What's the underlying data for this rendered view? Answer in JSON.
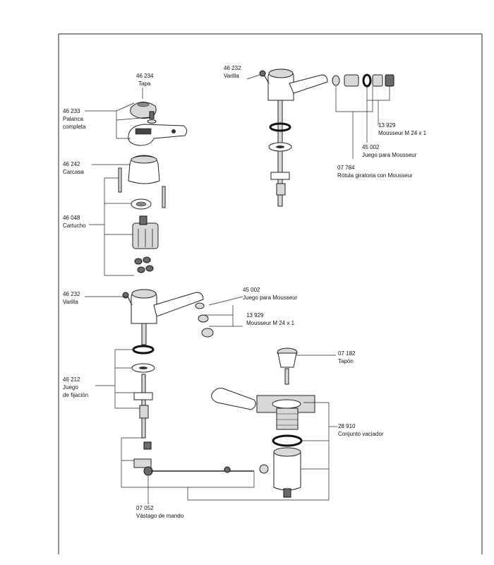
{
  "diagram": {
    "callouts": [
      {
        "id": "tapa",
        "code": "46 234",
        "name": "Tapa"
      },
      {
        "id": "palanca",
        "code": "46 233",
        "name": "Palanca",
        "name2": "completa"
      },
      {
        "id": "carcasa",
        "code": "46 242",
        "name": "Carcasa"
      },
      {
        "id": "cartucho",
        "code": "46 048",
        "name": "Cartucho"
      },
      {
        "id": "varilla-left",
        "code": "46 232",
        "name": "Varilla"
      },
      {
        "id": "juego-fijacion",
        "code": "46 212",
        "name": "Juego",
        "name2": "de fijación"
      },
      {
        "id": "vastago",
        "code": "07 052",
        "name": "Vástago de mando"
      },
      {
        "id": "varilla-top",
        "code": "46 232",
        "name": "Varilla"
      },
      {
        "id": "mousseur-top",
        "code": "13 929",
        "name": "Mousseur M 24 x 1"
      },
      {
        "id": "juego-mousseur-top",
        "code": "45 002",
        "name": "Juego para Mousseur"
      },
      {
        "id": "rotula",
        "code": "07 784",
        "name": "Rótula giratoria con Mousseur"
      },
      {
        "id": "juego-mousseur-mid",
        "code": "45 002",
        "name": "Juego para Mousseur"
      },
      {
        "id": "mousseur-mid",
        "code": "13 929",
        "name": "Mousseur M 24 x 1"
      },
      {
        "id": "tapon",
        "code": "07 182",
        "name": "Tapón"
      },
      {
        "id": "conjunto-vaciador",
        "code": "28 910",
        "name": "Conjunto vaciador"
      }
    ]
  }
}
